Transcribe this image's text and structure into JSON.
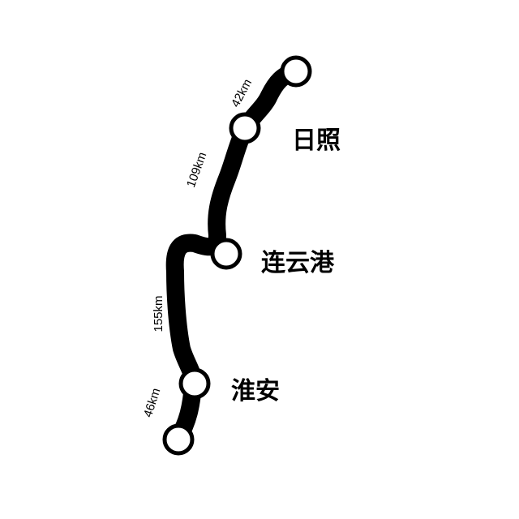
{
  "route": {
    "line_color": "#000000",
    "station_fill": "#ffffff",
    "station_stroke": "#000000",
    "stations": [
      {
        "name": ""
      },
      {
        "name": "日照"
      },
      {
        "name": "连云港"
      },
      {
        "name": "淮安"
      },
      {
        "name": ""
      }
    ],
    "segments": [
      {
        "distance": "42km"
      },
      {
        "distance": "109km"
      },
      {
        "distance": "155km"
      },
      {
        "distance": "46km"
      }
    ]
  }
}
